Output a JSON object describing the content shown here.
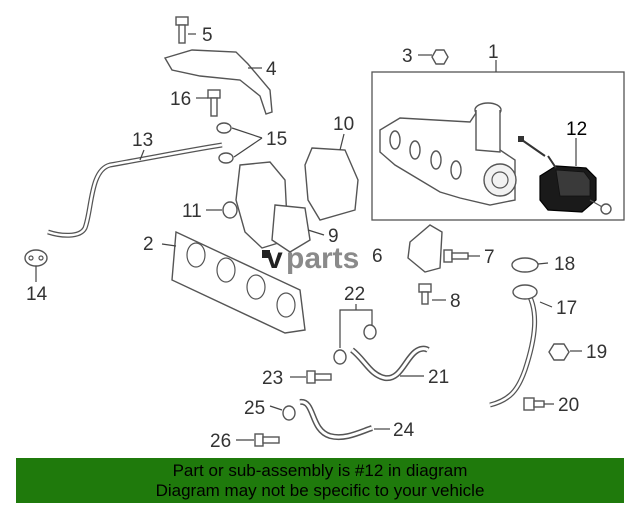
{
  "diagram": {
    "callouts": [
      "1",
      "2",
      "3",
      "4",
      "5",
      "6",
      "7",
      "8",
      "9",
      "10",
      "11",
      "12",
      "13",
      "14",
      "15",
      "16",
      "17",
      "18",
      "19",
      "20",
      "21",
      "22",
      "23",
      "24",
      "25",
      "26"
    ],
    "highlighted_part": "12",
    "logo": {
      "prefix": "v",
      "suffix": "parts"
    }
  },
  "colors": {
    "banner": "#1f7a0c",
    "highlight_part": "#1a1a1a",
    "logo_gray": "#8a8a8a"
  },
  "banner": {
    "line1": "Part or sub-assembly is #12 in diagram",
    "line2": "Diagram may not be specific to your vehicle"
  }
}
